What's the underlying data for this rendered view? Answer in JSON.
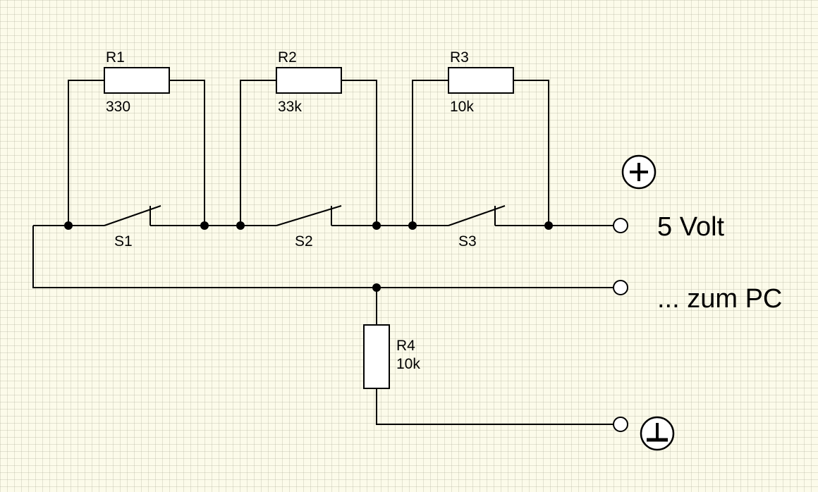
{
  "resistors": [
    {
      "ref": "R1",
      "value": "330"
    },
    {
      "ref": "R2",
      "value": "33k"
    },
    {
      "ref": "R3",
      "value": "10k"
    },
    {
      "ref": "R4",
      "value": "10k"
    }
  ],
  "switches": [
    "S1",
    "S2",
    "S3"
  ],
  "terminals": {
    "supply": "5 Volt",
    "output": "... zum PC"
  },
  "symbols": {
    "plus": "plus-symbol-icon",
    "ground": "ground-symbol-icon"
  },
  "colors": {
    "background": "#fcfbea",
    "grid": "#d8d6c4",
    "wire": "#000000"
  }
}
